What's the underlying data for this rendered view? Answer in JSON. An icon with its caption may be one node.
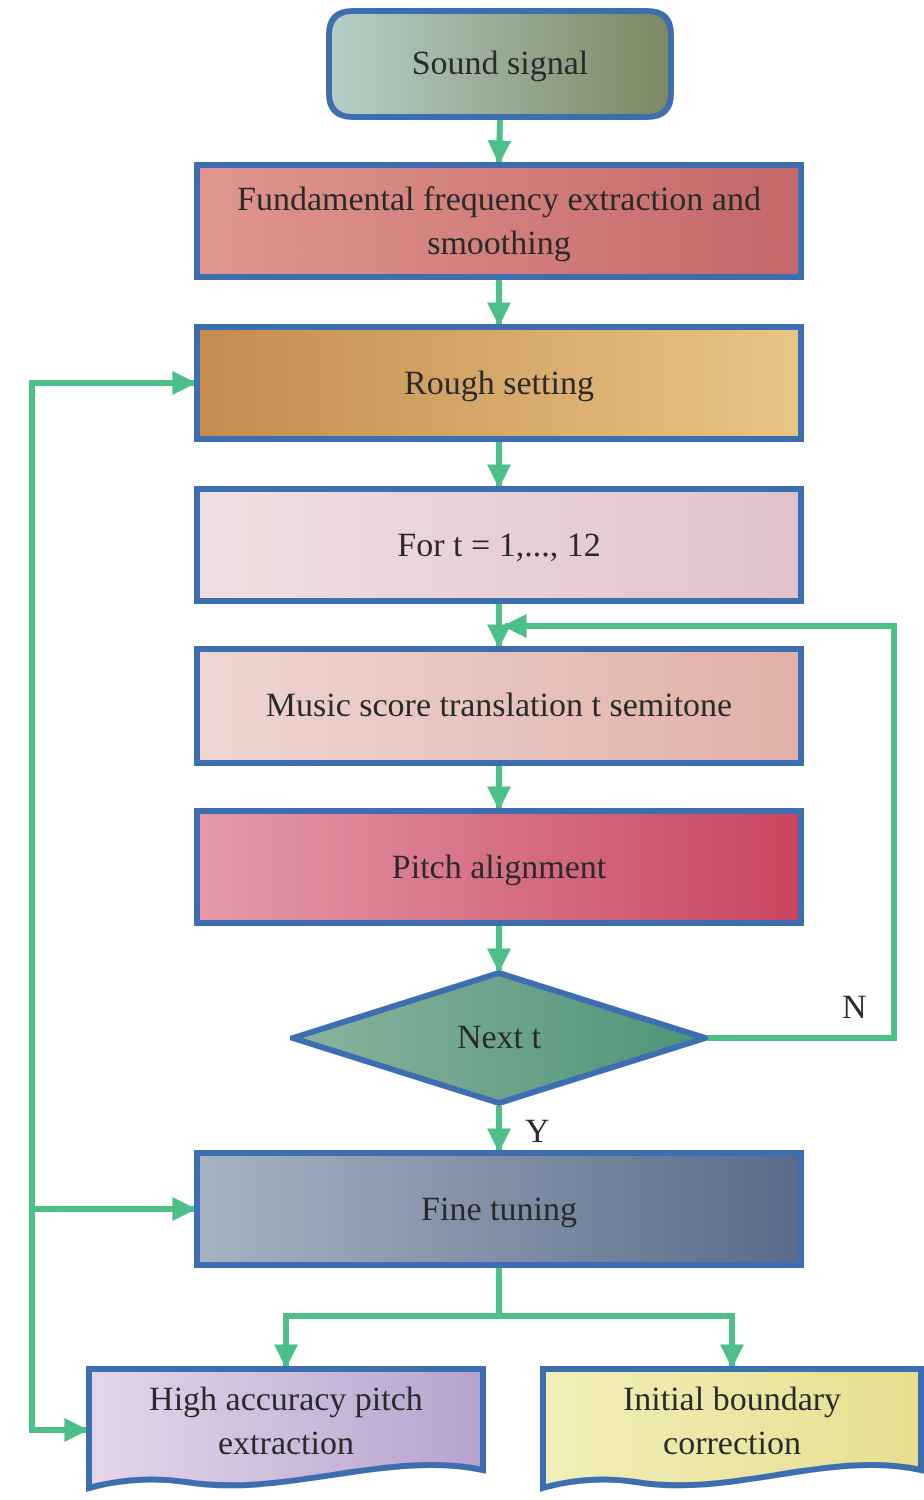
{
  "diagram": {
    "nodes": [
      {
        "text": [
          "Sound signal"
        ]
      },
      {
        "text": [
          "Fundamental frequency extraction and smoothing"
        ]
      },
      {
        "text": [
          "Rough setting"
        ]
      },
      {
        "text": [
          "For t = 1,..., 12"
        ]
      },
      {
        "text": [
          "Music score translation t semitone"
        ]
      },
      {
        "text": [
          "Pitch alignment"
        ]
      },
      {
        "text": [
          "Next t"
        ]
      },
      {
        "text": [
          "Fine tuning"
        ]
      },
      {
        "text": [
          "High accuracy pitch extraction"
        ]
      },
      {
        "text": [
          "Initial boundary correction"
        ]
      }
    ],
    "edges": [
      {
        "from": 0,
        "to": 1,
        "arrow": "to"
      },
      {
        "from": 1,
        "to": 2,
        "arrow": "to"
      },
      {
        "from": 2,
        "to": 3,
        "arrow": "to"
      },
      {
        "from": 3,
        "to": 4,
        "arrow": "to"
      },
      {
        "from": 4,
        "to": 5,
        "arrow": "to"
      },
      {
        "from": 5,
        "to": 6,
        "arrow": "to"
      },
      {
        "from": 6,
        "to": 4,
        "label": "N",
        "arrow": "to"
      },
      {
        "from": 6,
        "to": 7,
        "label": "Y",
        "arrow": "to"
      },
      {
        "from": 7,
        "to": 8,
        "arrow": "to"
      },
      {
        "from": 7,
        "to": 9,
        "arrow": "to"
      },
      {
        "from": null,
        "to": 2,
        "arrow": "to"
      },
      {
        "from": null,
        "to": 7,
        "arrow": "to"
      },
      {
        "from": null,
        "to": 8,
        "arrow": "to"
      }
    ]
  }
}
